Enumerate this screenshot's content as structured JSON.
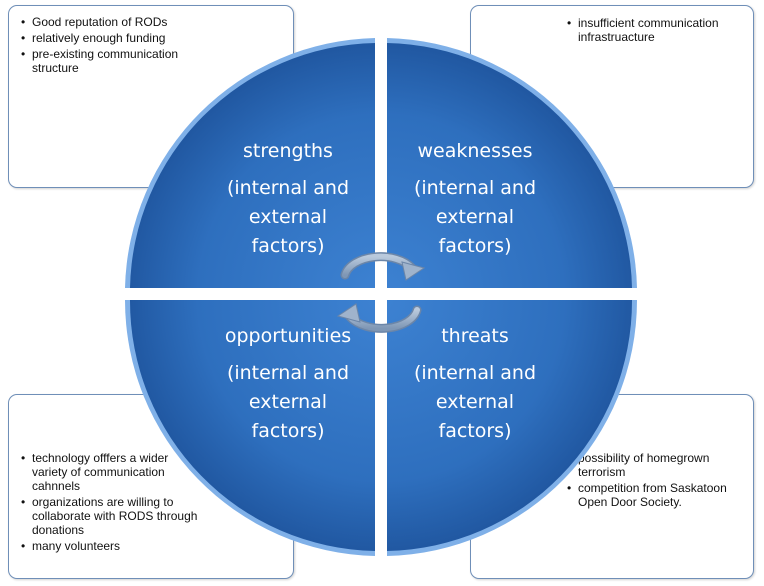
{
  "quadrants": {
    "strengths": {
      "title": "strengths",
      "line1": "(internal and",
      "line2": "external",
      "line3": "factors)"
    },
    "weaknesses": {
      "title": "weaknesses",
      "line1": "(internal and",
      "line2": "external",
      "line3": "factors)"
    },
    "opportunities": {
      "title": "opportunities",
      "line1": "(internal and",
      "line2": "external",
      "line3": "factors)"
    },
    "threats": {
      "title": "threats",
      "line1": "(internal and",
      "line2": "external",
      "line3": "factors)"
    }
  },
  "notes": {
    "strengths": [
      "Good reputation of  RODs",
      "relatively enough funding",
      "pre-existing communication structure"
    ],
    "weaknesses": [
      "insufficient communication infrastruacture"
    ],
    "opportunities": [
      "technology offfers a  wider variety of communication cahnnels",
      " organizations are willing to collaborate with RODS through donations",
      "many volunteers"
    ],
    "threats": [
      "possibility of homegrown terrorism",
      "competition from Saskatoon Open Door  Society."
    ]
  },
  "colors": {
    "quadrant_fill": "#2e6fbe",
    "quadrant_dark": "#1d4f93",
    "box_border": "#6f8fb8",
    "arrow": "#8fa6c2"
  }
}
